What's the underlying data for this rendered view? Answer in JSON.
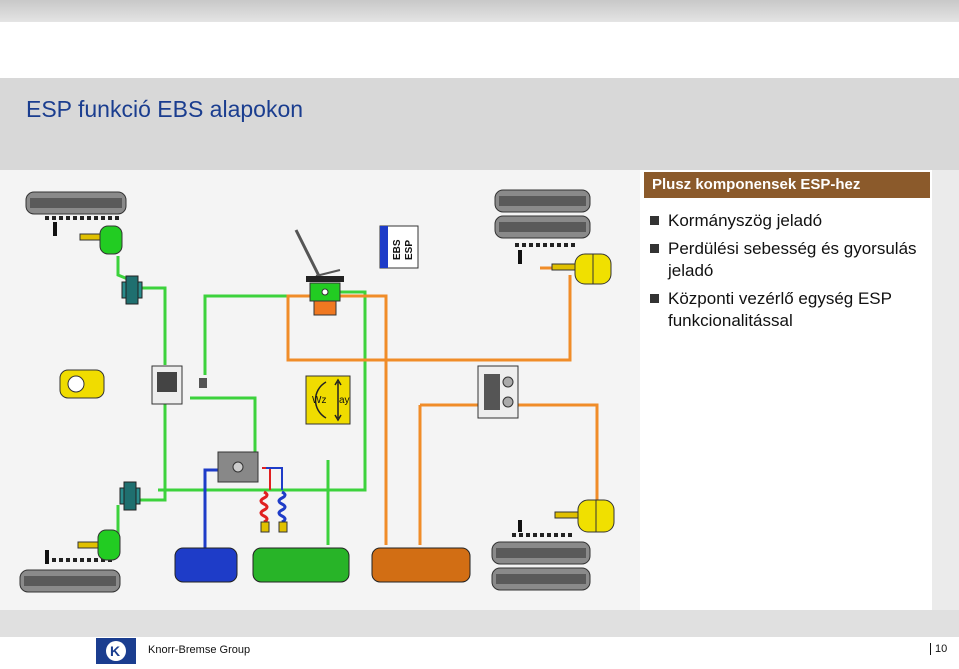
{
  "slide": {
    "title": "ESP funkció EBS alapokon",
    "panel_header": "Plusz komponensek ESP-hez",
    "bullets": [
      "Kormányszög jeladó",
      "Perdülési sebesség és gyorsulás jeladó",
      "Központi vezérlő egység ESP funkcionalitással"
    ]
  },
  "diagram": {
    "ecu_labels": [
      "EBS",
      "ESP"
    ],
    "sensor_labels": [
      "Wz",
      "ay"
    ],
    "colors": {
      "pneumatic_green": "#3cd23c",
      "pneumatic_orange": "#f08c28",
      "tank_blue": "#1e3cc8",
      "tank_green": "#28b428",
      "tank_orange": "#d26e14",
      "valve_yellow": "#f0dc00",
      "chamber_green": "#22cc22",
      "chamber_yellow": "#f0e000"
    }
  },
  "footer": {
    "company": "Knorr-Bremse Group",
    "page": "10"
  }
}
